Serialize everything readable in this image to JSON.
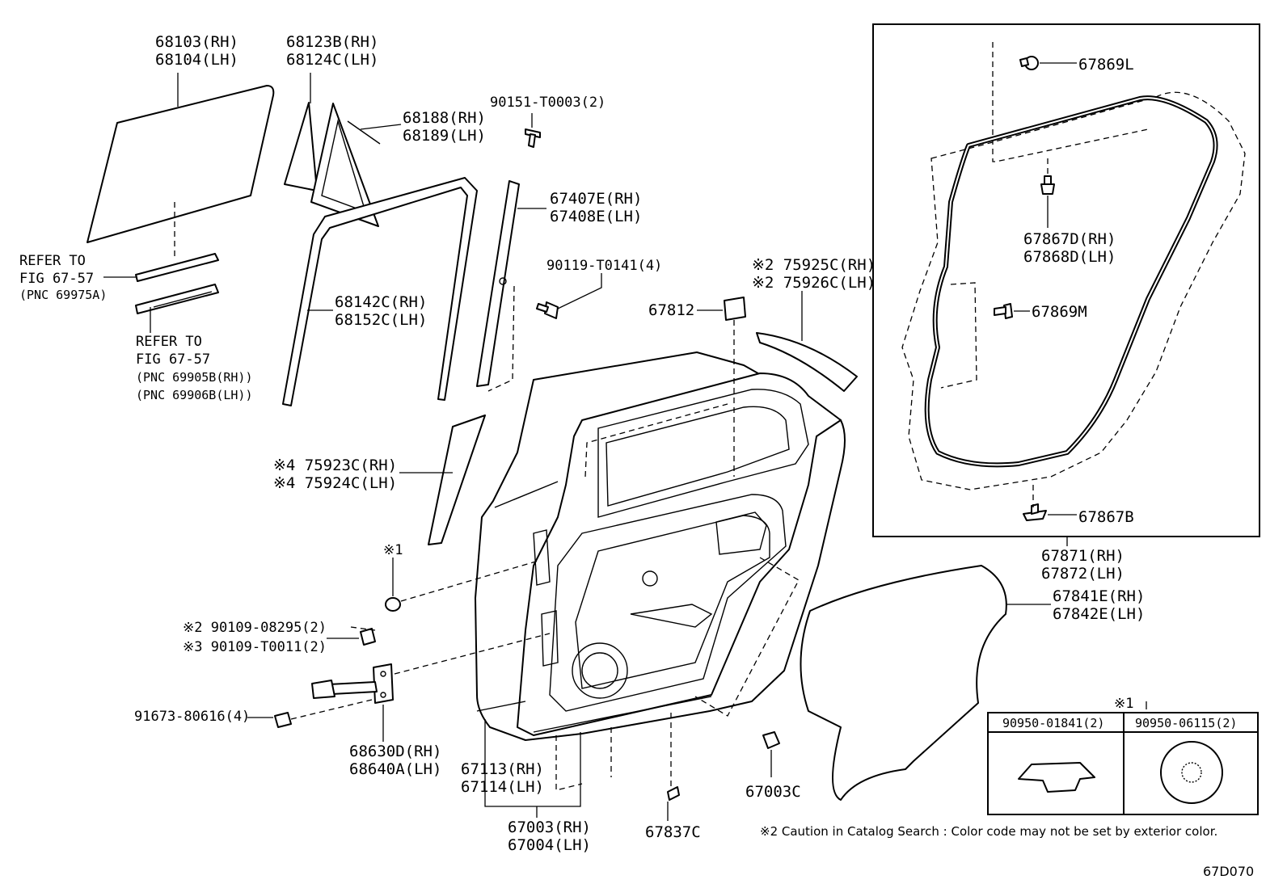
{
  "labels": {
    "glass_rh": "68103(RH)",
    "glass_lh": "68104(LH)",
    "qglass_rh": "68123B(RH)",
    "qglass_lh": "68124C(LH)",
    "qweather_rh": "68188(RH)",
    "qweather_lh": "68189(LH)",
    "screw_90151": "90151-T0003(2)",
    "frame_rh": "67407E(RH)",
    "frame_lh": "67408E(LH)",
    "bolt_90119": "90119-T0141(4)",
    "refer1_a": "REFER TO",
    "refer1_b": "FIG 67-57",
    "refer1_c": "(PNC 69975A)",
    "refer2_a": "REFER TO",
    "refer2_b": "FIG 67-57",
    "refer2_c": "(PNC 69905B(RH))",
    "refer2_d": "(PNC 69906B(LH))",
    "channel_rh": "68142C(RH)",
    "channel_lh": "68152C(LH)",
    "tape2_rh": "※2 75925C(RH)",
    "tape2_lh": "※2 75926C(LH)",
    "part_67812": "67812",
    "tape4_rh": "※4 75923C(RH)",
    "tape4_lh": "※4 75924C(LH)",
    "mark1": "※1",
    "bolt2": "※2 90109-08295(2)",
    "bolt3": "※3 90109-T0011(2)",
    "bolt_91673": "91673-80616(4)",
    "check_rh": "68630D(RH)",
    "check_lh": "68640A(LH)",
    "panel_rh": "67113(RH)",
    "panel_lh": "67114(LH)",
    "door_rh": "67003(RH)",
    "door_lh": "67004(LH)",
    "clip_67837": "67837C",
    "plug_67003": "67003C",
    "clip_67869L": "67869L",
    "clip_67867D_rh": "67867D(RH)",
    "clip_67868D_lh": "67868D(LH)",
    "clip_67869M": "67869M",
    "clip_67867B": "67867B",
    "ws_rh": "67871(RH)",
    "ws_lh": "67872(LH)",
    "cover_rh": "67841E(RH)",
    "cover_lh": "67842E(LH)",
    "table_mark": "※1",
    "table_col1": "90950-01841(2)",
    "table_col2": "90950-06115(2)",
    "caution": "※2 Caution in Catalog Search : Color code may not be set by exterior color.",
    "figure_code": "67D070"
  }
}
